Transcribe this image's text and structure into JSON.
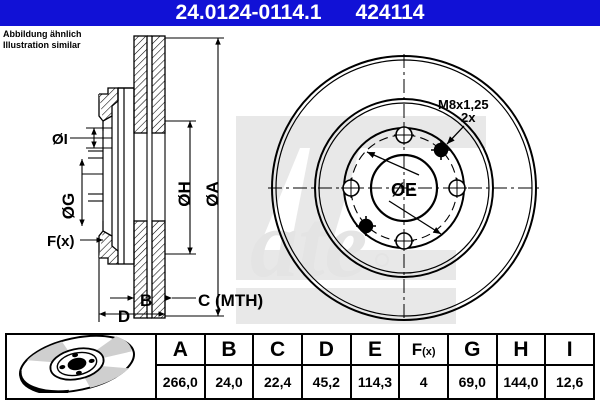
{
  "header": {
    "part_number": "24.0124-0114.1",
    "article_number": "424114",
    "background_color": "#1111d6",
    "text_color": "#ffffff"
  },
  "note": {
    "line1": "Abbildung ähnlich",
    "line2": "Illustration similar"
  },
  "section_view": {
    "labels": {
      "dia_i": "ØI",
      "dia_g": "ØG",
      "dia_h": "ØH",
      "dia_a": "ØA",
      "f_x": "F(x)",
      "b": "B",
      "c": "C (MTH)",
      "d": "D"
    }
  },
  "face_view": {
    "labels": {
      "dia_e": "ØE",
      "thread": "M8x1,25",
      "thread_count": "2x"
    },
    "bolt_holes": 4,
    "threaded_holes": 2
  },
  "watermark": {
    "brand": "ate"
  },
  "spec_table": {
    "thumbnail": "brake-disc-thumbnail",
    "columns": [
      {
        "key": "A",
        "label": "A",
        "value": "266,0"
      },
      {
        "key": "B",
        "label": "B",
        "value": "24,0"
      },
      {
        "key": "C",
        "label": "C",
        "value": "22,4"
      },
      {
        "key": "D",
        "label": "D",
        "value": "45,2"
      },
      {
        "key": "E",
        "label": "E",
        "value": "114,3"
      },
      {
        "key": "F",
        "label": "F(x)",
        "label_main": "F",
        "label_sub": "(x)",
        "value": "4"
      },
      {
        "key": "G",
        "label": "G",
        "value": "69,0"
      },
      {
        "key": "H",
        "label": "H",
        "value": "144,0"
      },
      {
        "key": "I",
        "label": "I",
        "value": "12,6"
      }
    ]
  }
}
